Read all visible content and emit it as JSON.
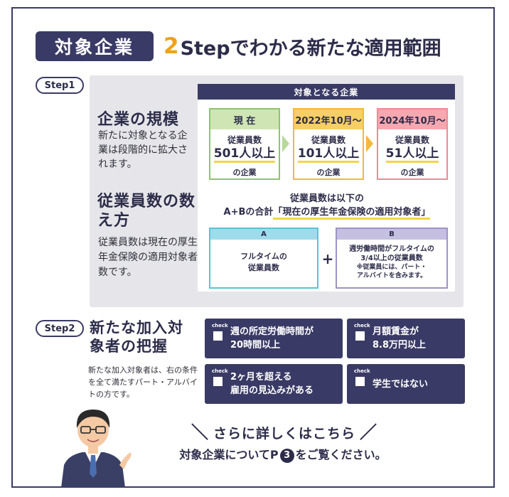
{
  "header": {
    "badge": "対象企業",
    "title_num": "2",
    "title_text": "Stepでわかる新たな適用範囲"
  },
  "step1": {
    "label": "Step1",
    "scale_heading": "企業の規模",
    "scale_desc": "新たに対象となる企業は段階的に拡大されます。",
    "count_heading": "従業員数の数え方",
    "count_desc": "従業員数は現在の厚生年金保険の適用対象者数です。",
    "panel_title": "対象となる企業",
    "tiers": [
      {
        "header": "現 在",
        "line1": "従業員数",
        "value": "501人以上",
        "line3": "の企業"
      },
      {
        "header": "2022年10月〜",
        "line1": "従業員数",
        "value": "101人以上",
        "line3": "の企業"
      },
      {
        "header": "2024年10月〜",
        "line1": "従業員数",
        "value": "51人以上",
        "line3": "の企業"
      }
    ],
    "count_line1": "従業員数は以下の",
    "count_line2_prefix": "A+Bの合計",
    "count_line2_highlight": "「現在の厚生年金保険の適用対象者」",
    "box_a": {
      "header": "A",
      "line1": "フルタイムの",
      "line2": "従業員数"
    },
    "plus": "+",
    "box_b": {
      "header": "B",
      "line1": "週労働時間がフルタイムの",
      "line2": "3/4以上の従業員数",
      "note1": "※従業員には、パート・",
      "note2": "アルバイトを含みます。"
    }
  },
  "step2": {
    "label": "Step2",
    "heading": "新たな加入対象者の把握",
    "desc": "新たな加入対象者は、右の条件を全て満たすパート・アルバイトの方です。",
    "check_label": "check",
    "conditions": [
      {
        "line1": "週の所定労働時間が",
        "line2": "20時間以上"
      },
      {
        "line1": "月額賃金が",
        "line2": "8.8万円以上"
      },
      {
        "line1": "2ヶ月を超える",
        "line2": "雇用の見込みがある"
      },
      {
        "line1": "学生ではない",
        "line2": ""
      }
    ]
  },
  "footer": {
    "more": "さらに詳しくはこちら",
    "see_prefix": "対象企業についてP",
    "page_num": "3",
    "see_suffix": "をご覧ください。"
  },
  "colors": {
    "navy": "#3a3a66",
    "accent_orange": "#f0a21a",
    "green": "#8fc46d",
    "yellow": "#f2b93b",
    "pink": "#ef8a96",
    "cyan": "#58c3d6",
    "purple": "#9e93c6",
    "panel_gray": "#e6e6ea"
  }
}
